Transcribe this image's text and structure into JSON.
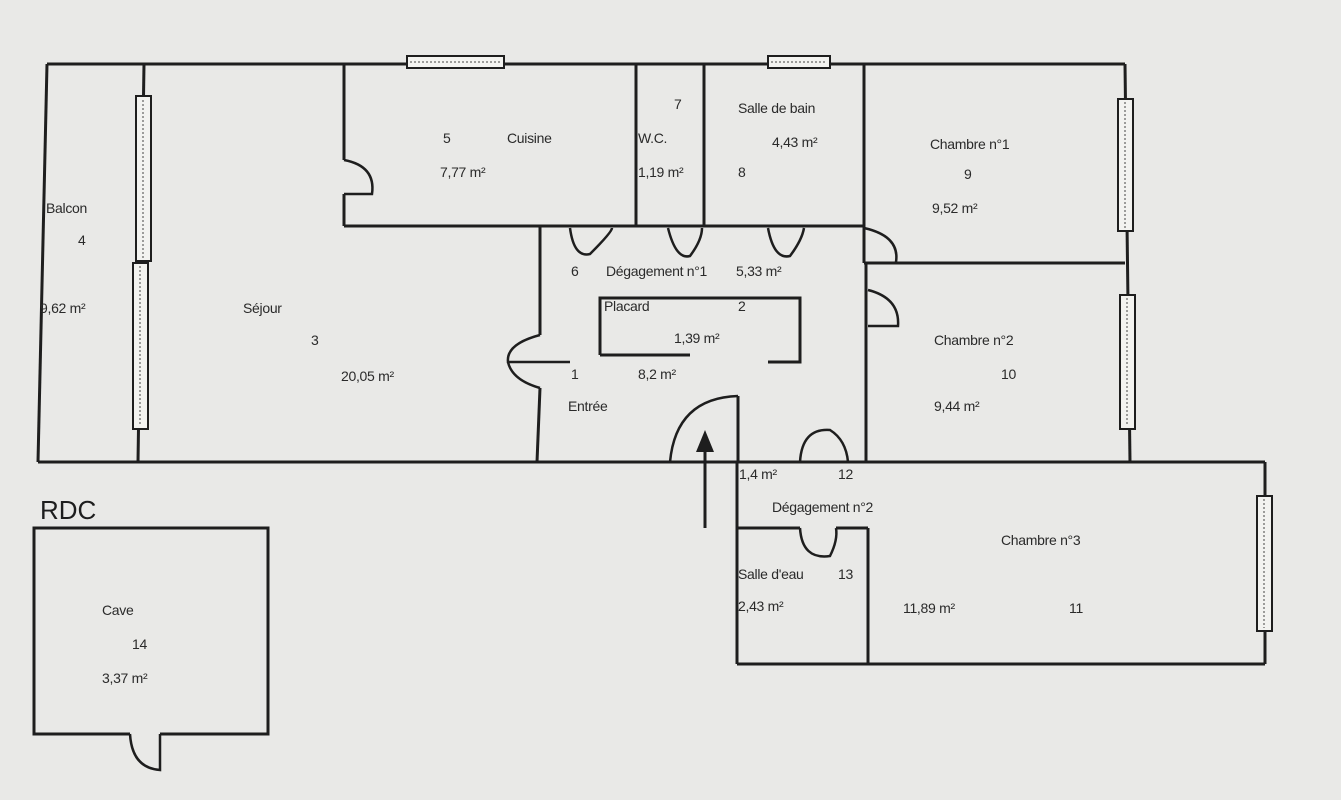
{
  "level_label": "RDC",
  "rooms": {
    "entree": {
      "num": "1",
      "name": "Entrée",
      "area": "8,2 m²"
    },
    "placard": {
      "num": "2",
      "name": "Placard",
      "area": "1,39 m²"
    },
    "sejour": {
      "num": "3",
      "name": "Séjour",
      "area": "20,05 m²"
    },
    "balcon": {
      "num": "4",
      "name": "Balcon",
      "area": "9,62 m²"
    },
    "cuisine": {
      "num": "5",
      "name": "Cuisine",
      "area": "7,77 m²"
    },
    "degagement1": {
      "num": "6",
      "name": "Dégagement n°1",
      "area": "5,33 m²"
    },
    "wc": {
      "num": "7",
      "name": "W.C.",
      "area": "1,19 m²"
    },
    "sdb": {
      "num": "8",
      "name": "Salle de bain",
      "area": "4,43 m²"
    },
    "chambre1": {
      "num": "9",
      "name": "Chambre n°1",
      "area": "9,52 m²"
    },
    "chambre2": {
      "num": "10",
      "name": "Chambre n°2",
      "area": "9,44 m²"
    },
    "chambre3": {
      "num": "11",
      "name": "Chambre n°3",
      "area": "11,89 m²"
    },
    "degagement2": {
      "num": "12",
      "name": "Dégagement n°2",
      "area": "1,4 m²"
    },
    "salle_eau": {
      "num": "13",
      "name": "Salle d'eau",
      "area": "2,43 m²"
    },
    "cave": {
      "num": "14",
      "name": "Cave",
      "area": "3,37 m²"
    }
  }
}
